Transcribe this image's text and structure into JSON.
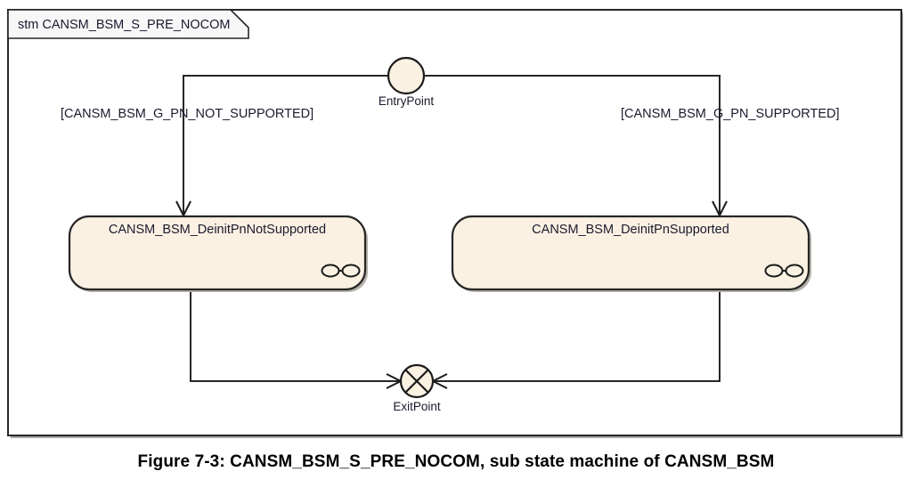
{
  "figure": {
    "caption": "Figure 7-3: CANSM_BSM_S_PRE_NOCOM, sub state machine of CANSM_BSM"
  },
  "frame": {
    "keyword": "stm",
    "name": "CANSM_BSM_S_PRE_NOCOM",
    "label": "stm CANSM_BSM_S_PRE_NOCOM"
  },
  "nodes": {
    "entry_point": {
      "label": "EntryPoint",
      "type": "entry-point-pseudostate"
    },
    "exit_point": {
      "label": "ExitPoint",
      "type": "exit-point-pseudostate"
    },
    "state_left": {
      "label": "CANSM_BSM_DeinitPnNotSupported",
      "type": "composite-state",
      "icon": "composite-state-icon"
    },
    "state_right": {
      "label": "CANSM_BSM_DeinitPnSupported",
      "type": "composite-state",
      "icon": "composite-state-icon"
    }
  },
  "transitions": {
    "entry_to_left": {
      "guard": "[CANSM_BSM_G_PN_NOT_SUPPORTED]"
    },
    "entry_to_right": {
      "guard": "[CANSM_BSM_G_PN_SUPPORTED]"
    },
    "left_to_exit": {
      "guard": ""
    },
    "right_to_exit": {
      "guard": ""
    }
  },
  "colors": {
    "state_fill": "#fbf1e3",
    "line": "#262626",
    "frame_fill": "#ffffff",
    "tab_fill": "#f7f7f7",
    "text": "#1a1a2e"
  }
}
